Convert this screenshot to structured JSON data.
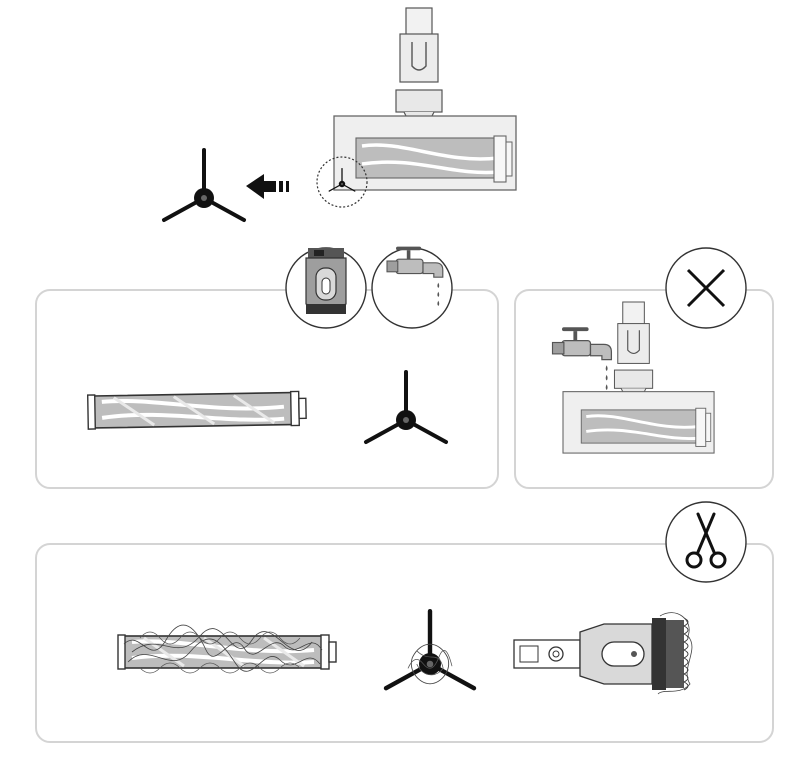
{
  "figure": {
    "colors": {
      "outline": "#333333",
      "panel_border": "#d4d4d4",
      "gray_light": "#e6e6e6",
      "gray_mid": "#b3b3b3",
      "gray_dark": "#555555",
      "black": "#111111",
      "white": "#ffffff"
    },
    "steps": [
      {
        "id": "remove-side-brush",
        "icons": [
          "floorhead-icon",
          "arrow-left-icon",
          "side-brush-icon"
        ]
      },
      {
        "id": "washable-parts",
        "icons": [
          "filter-cap-icon",
          "water-tap-icon",
          "roller-brush-icon",
          "side-brush-icon"
        ]
      },
      {
        "id": "do-not-wash-floorhead",
        "icons": [
          "cross-icon",
          "water-tap-icon",
          "floorhead-icon"
        ]
      },
      {
        "id": "cut-tangled-hair",
        "icons": [
          "scissors-icon",
          "roller-brush-icon",
          "side-brush-icon",
          "brush-tool-icon"
        ]
      }
    ]
  }
}
